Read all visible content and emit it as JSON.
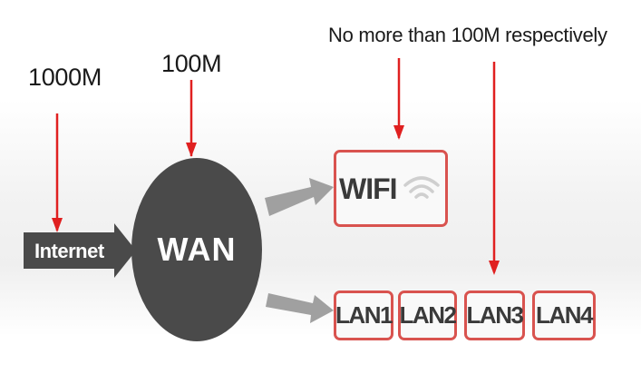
{
  "labels": {
    "internet_speed": "1000M",
    "wan_speed": "100M",
    "respectively": "No more than 100M respectively"
  },
  "nodes": {
    "internet": "Internet",
    "wan": "WAN",
    "wifi": "WIFI",
    "lan": [
      "LAN1",
      "LAN2",
      "LAN3",
      "LAN4"
    ]
  },
  "icons": {
    "wifi": "wifi-icon"
  },
  "colors": {
    "arrow_red": "#e02020",
    "box_border": "#d9534f",
    "dark_gray": "#4a4a4a",
    "connector_gray": "#9e9e9e",
    "text": "#1a1a1a"
  }
}
